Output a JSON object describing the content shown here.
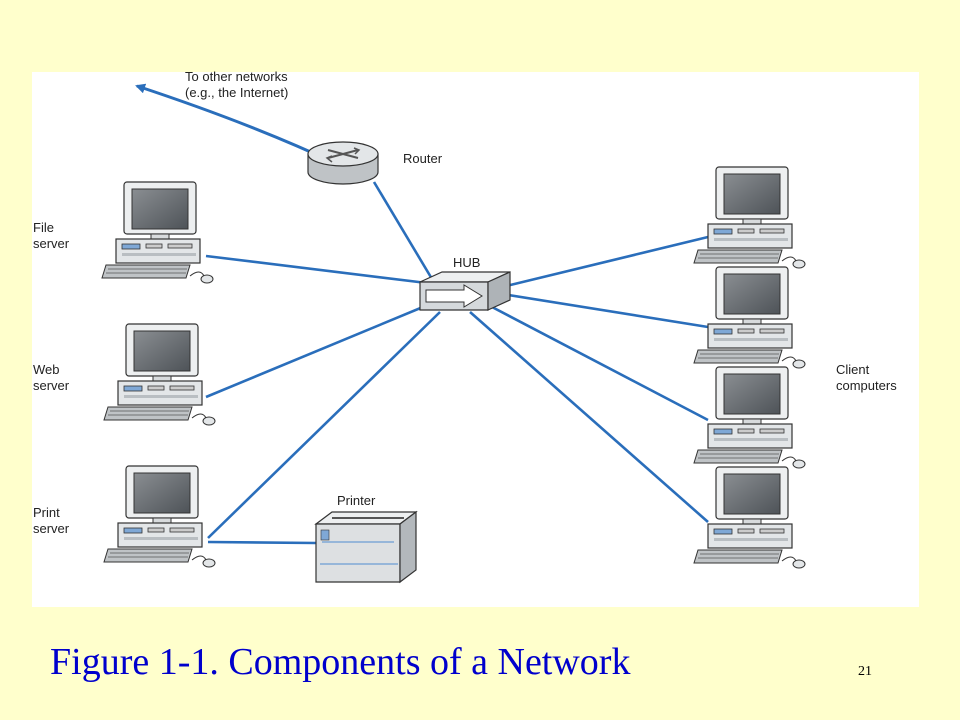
{
  "diagram": {
    "labels": {
      "internet": "To other networks\n(e.g., the Internet)",
      "router": "Router",
      "hub": "HUB",
      "file_server": "File\nserver",
      "web_server": "Web\nserver",
      "print_server": "Print\nserver",
      "printer": "Printer",
      "clients": "Client\ncomputers"
    },
    "nodes": [
      {
        "id": "router",
        "kind": "router",
        "label": "Router"
      },
      {
        "id": "hub",
        "kind": "hub",
        "label": "HUB"
      },
      {
        "id": "file-server",
        "kind": "computer",
        "label": "File server"
      },
      {
        "id": "web-server",
        "kind": "computer",
        "label": "Web server"
      },
      {
        "id": "print-server",
        "kind": "computer",
        "label": "Print server"
      },
      {
        "id": "printer",
        "kind": "printer",
        "label": "Printer"
      },
      {
        "id": "client-1",
        "kind": "computer",
        "label": "Client computers"
      },
      {
        "id": "client-2",
        "kind": "computer",
        "label": "Client computers"
      },
      {
        "id": "client-3",
        "kind": "computer",
        "label": "Client computers"
      },
      {
        "id": "client-4",
        "kind": "computer",
        "label": "Client computers"
      }
    ],
    "edges": [
      {
        "from": "router",
        "to": "internet"
      },
      {
        "from": "hub",
        "to": "router"
      },
      {
        "from": "hub",
        "to": "file-server"
      },
      {
        "from": "hub",
        "to": "web-server"
      },
      {
        "from": "hub",
        "to": "print-server"
      },
      {
        "from": "hub",
        "to": "client-1"
      },
      {
        "from": "hub",
        "to": "client-2"
      },
      {
        "from": "hub",
        "to": "client-3"
      },
      {
        "from": "hub",
        "to": "client-4"
      },
      {
        "from": "print-server",
        "to": "printer"
      }
    ]
  },
  "caption": "Figure 1-1. Components of a Network",
  "page_number": "21",
  "colors": {
    "background": "#FFFFCC",
    "caption": "#0000CC",
    "link": "#2A6EBB",
    "panel": "#FFFFFF"
  }
}
